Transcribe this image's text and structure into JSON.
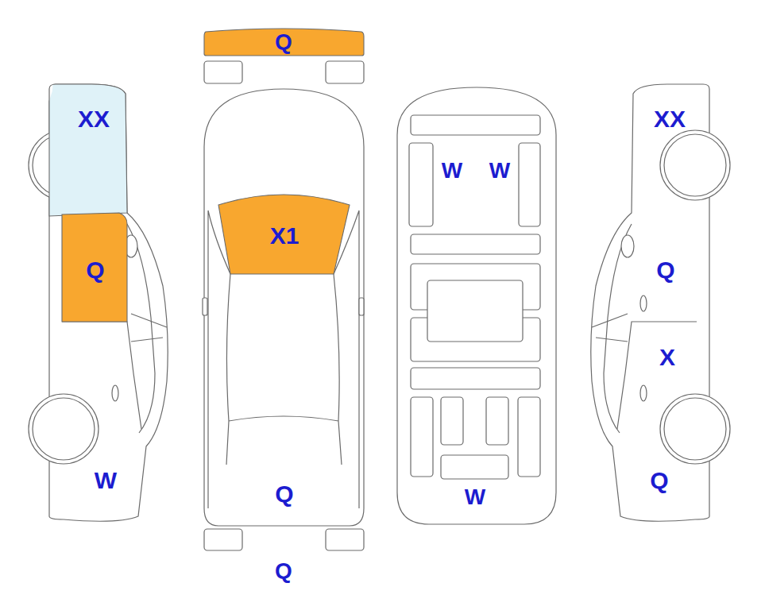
{
  "diagram": {
    "nodes": [
      {
        "text": [
          "Q"
        ]
      },
      {
        "text": [
          "XX"
        ]
      },
      {
        "text": [
          "X1"
        ]
      },
      {
        "text": [
          "W"
        ]
      },
      {
        "text": [
          "W"
        ]
      },
      {
        "text": [
          "XX"
        ]
      },
      {
        "text": [
          "Q"
        ]
      },
      {
        "text": [
          "Q"
        ]
      },
      {
        "text": [
          "X"
        ]
      },
      {
        "text": [
          "W"
        ]
      },
      {
        "text": [
          "Q"
        ]
      },
      {
        "text": [
          "W"
        ]
      },
      {
        "text": [
          "Q"
        ]
      },
      {
        "text": [
          "Q"
        ]
      }
    ]
  }
}
